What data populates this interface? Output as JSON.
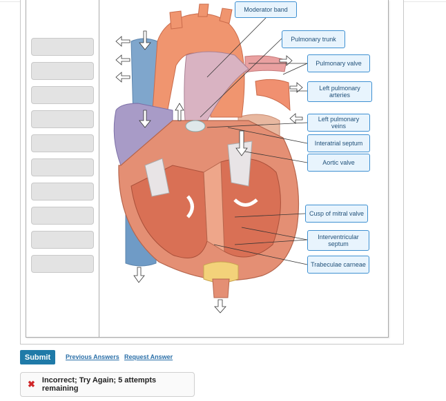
{
  "diagram": {
    "labels": [
      {
        "key": "moderator",
        "text": "Moderator band"
      },
      {
        "key": "pulm_trunk",
        "text": "Pulmonary trunk"
      },
      {
        "key": "pulm_valve",
        "text": "Pulmonary valve"
      },
      {
        "key": "left_pulm_art",
        "text": "Left pulmonary arteries"
      },
      {
        "key": "left_pulm_veins",
        "text": "Left pulmonary veins"
      },
      {
        "key": "interatrial",
        "text": "Interatrial septum"
      },
      {
        "key": "aortic_valve",
        "text": "Aortic valve"
      },
      {
        "key": "mitral",
        "text": "Cusp of mitral valve"
      },
      {
        "key": "interventricular",
        "text": "Interventricular septum"
      },
      {
        "key": "trabeculae",
        "text": "Trabeculae carneae"
      }
    ]
  },
  "actions": {
    "submit_label": "Submit",
    "previous_answers_label": "Previous Answers",
    "request_answer_label": "Request Answer"
  },
  "feedback": {
    "message": "Incorrect; Try Again; 5 attempts remaining",
    "icon": "x-icon",
    "color": "#d0272a"
  },
  "colors": {
    "accent": "#1f7aa8",
    "label_border": "#3c8fd1"
  }
}
